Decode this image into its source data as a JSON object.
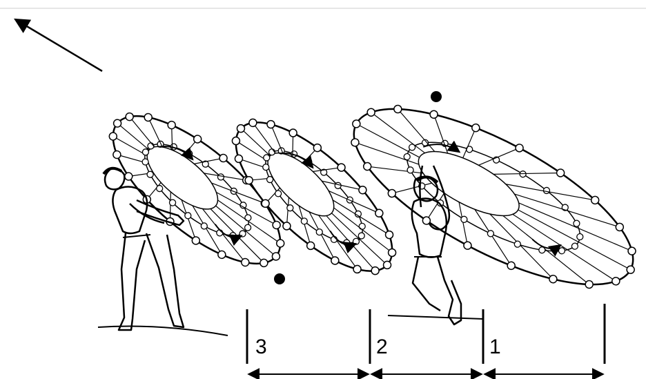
{
  "diagram": {
    "marker_labels": [
      "3",
      "2",
      "1"
    ]
  }
}
